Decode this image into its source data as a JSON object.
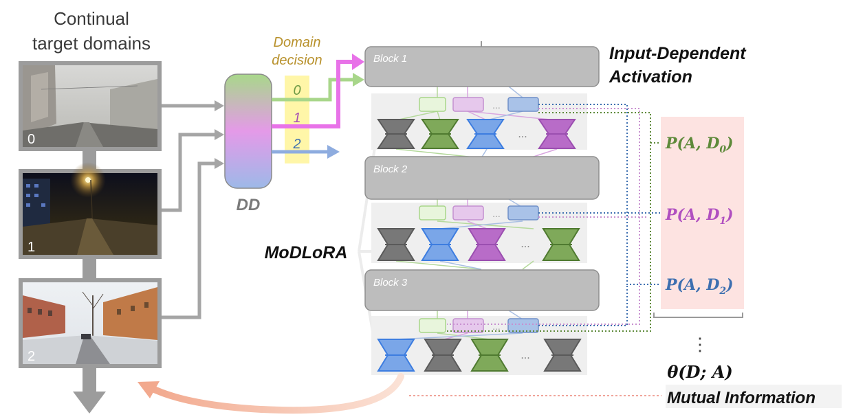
{
  "title_line1": "Continual",
  "title_line2": "target domains",
  "frames": [
    {
      "label": "0",
      "scene": "foggy-street-photo"
    },
    {
      "label": "1",
      "scene": "night-street-photo"
    },
    {
      "label": "2",
      "scene": "snowy-street-photo"
    }
  ],
  "domain_decision_line1": "Domain",
  "domain_decision_line2": "decision",
  "decisions": [
    "0",
    "1",
    "2"
  ],
  "dd_label": "DD",
  "blocks": [
    "Block 1",
    "Block 2",
    "Block 3"
  ],
  "activation_line1": "Input-Dependent",
  "activation_line2": "Activation",
  "modlora_label": "MoDLoRA",
  "ellipsis": "...",
  "prob_labels": [
    "P(A, D",
    "P(A, D",
    "P(A, D"
  ],
  "prob_subscripts": [
    "0",
    "1",
    "2"
  ],
  "prob_close": ")",
  "vertical_dots": "⋮",
  "theta_label": "θ(D; A)",
  "mi_label": "Mutual Information",
  "colors": {
    "green": "#8dbf6a",
    "green_fill": "#7faa5a",
    "pink": "#e06fe0",
    "purple": "#a64fb3",
    "blue": "#4f8fe0",
    "blue_fill": "#7aa6e8",
    "gray": "#8a8a8a",
    "block": "#bdbdbd",
    "decision_bg": "#fff6a8",
    "prob_bg": "#fde3e1",
    "decision_text": "#b8912c",
    "green_text": "#5e8a3a",
    "purple_text": "#b04fc0",
    "blue_text": "#3d6fb0"
  }
}
